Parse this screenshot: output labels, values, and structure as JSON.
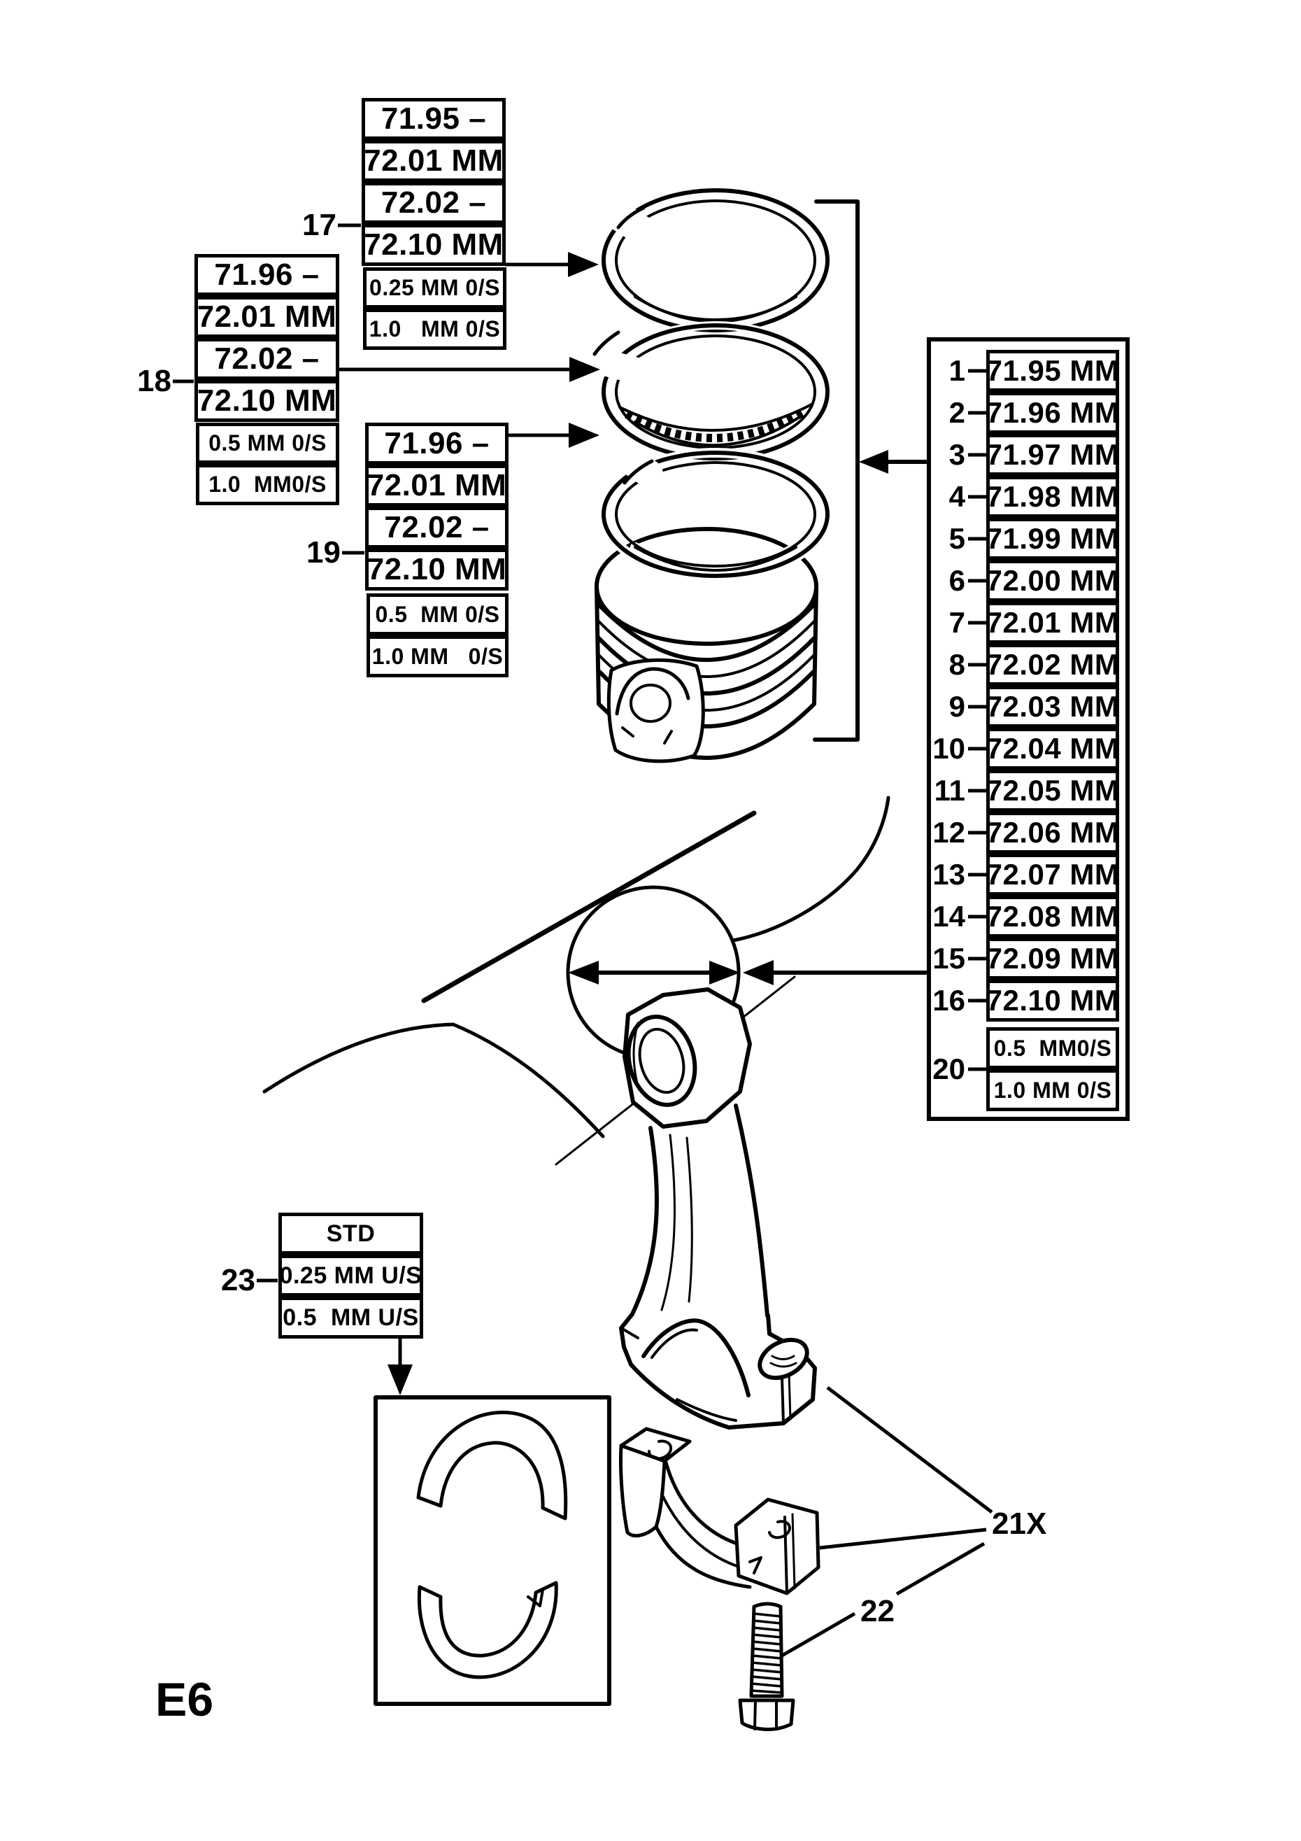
{
  "page": {
    "sheet_code": "E6"
  },
  "ring_table_top": {
    "callout": "17",
    "size_rows": [
      "71.95 –",
      "72.01 MM",
      "72.02 –",
      "72.10 MM"
    ],
    "oversize_rows": [
      "0.25 MM 0/S",
      "1.0   MM 0/S"
    ]
  },
  "ring_table_middle": {
    "callout": "18",
    "size_rows": [
      "71.96 –",
      "72.01 MM",
      "72.02 –",
      "72.10 MM"
    ],
    "oversize_rows": [
      "0.5 MM 0/S",
      "1.0  MM0/S"
    ]
  },
  "ring_table_bottom": {
    "callout": "19",
    "size_rows": [
      "71.96 –",
      "72.01 MM",
      "72.02 –",
      "72.10 MM"
    ],
    "oversize_rows": [
      "0.5  MM 0/S",
      "1.0 MM   0/S"
    ]
  },
  "piston_table": {
    "items": [
      {
        "callout": "1",
        "value": "71.95 MM"
      },
      {
        "callout": "2",
        "value": "71.96 MM"
      },
      {
        "callout": "3",
        "value": "71.97 MM"
      },
      {
        "callout": "4",
        "value": "71.98 MM"
      },
      {
        "callout": "5",
        "value": "71.99 MM"
      },
      {
        "callout": "6",
        "value": "72.00 MM"
      },
      {
        "callout": "7",
        "value": "72.01 MM"
      },
      {
        "callout": "8",
        "value": "72.02 MM"
      },
      {
        "callout": "9",
        "value": "72.03 MM"
      },
      {
        "callout": "10",
        "value": "72.04 MM"
      },
      {
        "callout": "11",
        "value": "72.05 MM"
      },
      {
        "callout": "12",
        "value": "72.06 MM"
      },
      {
        "callout": "13",
        "value": "72.07 MM"
      },
      {
        "callout": "14",
        "value": "72.08 MM"
      },
      {
        "callout": "15",
        "value": "72.09 MM"
      },
      {
        "callout": "16",
        "value": "72.10 MM"
      }
    ],
    "oversize": {
      "callout": "20",
      "rows": [
        "0.5  MM0/S",
        "1.0 MM 0/S"
      ]
    }
  },
  "bearing_table": {
    "callout": "23",
    "rows": [
      "STD",
      "0.25 MM U/S",
      "0.5  MM U/S"
    ]
  },
  "callouts": {
    "bearing_shells": "21X",
    "bolt": "22"
  }
}
